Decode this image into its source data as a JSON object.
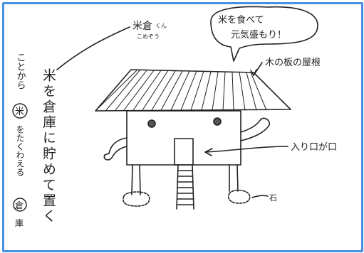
{
  "labels": {
    "name_kanji": "米倉",
    "name_suffix": "くん",
    "name_reading": "こめぞう",
    "speech": [
      "米を食べて",
      "元気盛もり！"
    ],
    "roof": "木の板の屋根",
    "entrance": "入り口が口",
    "stone": "石"
  },
  "vertical": {
    "main": "米を倉庫に貯めて置く",
    "side_part1": "ことから",
    "side_circled1": "米",
    "side_part2": "をたくわえる",
    "side_circled2": "倉",
    "side_part3": "庫"
  },
  "colors": {
    "frame": "#4a90e2",
    "ink": "#222222"
  }
}
